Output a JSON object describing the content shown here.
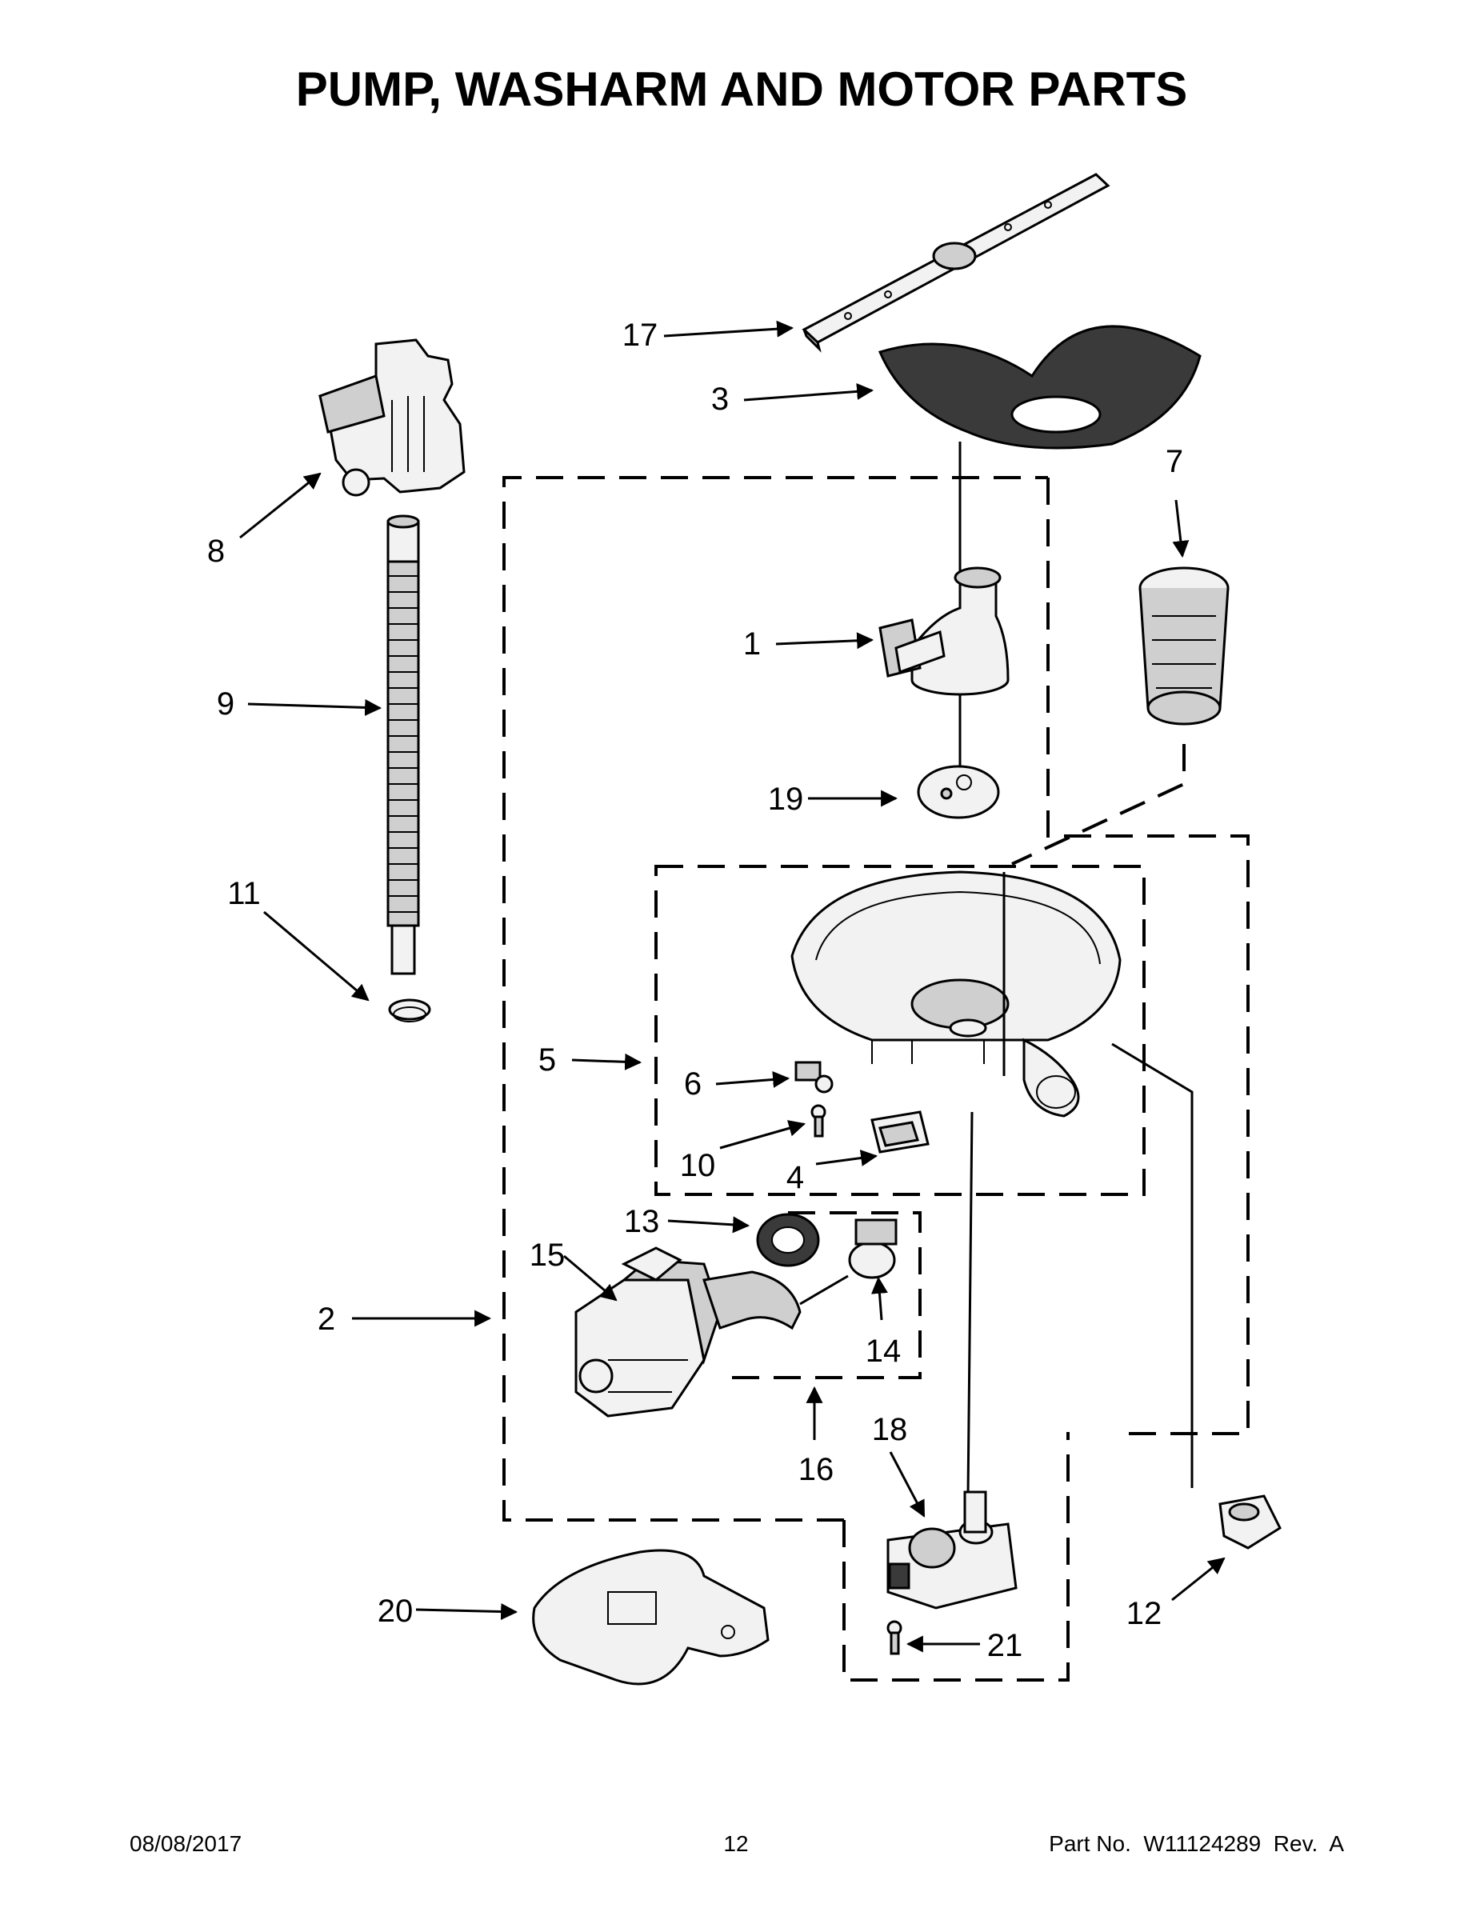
{
  "title": "PUMP, WASHARM AND MOTOR PARTS",
  "callouts": {
    "c1": "1",
    "c2": "2",
    "c3": "3",
    "c4": "4",
    "c5": "5",
    "c6": "6",
    "c7": "7",
    "c8": "8",
    "c9": "9",
    "c10": "10",
    "c11": "11",
    "c12": "12",
    "c13": "13",
    "c14": "14",
    "c15": "15",
    "c16": "16",
    "c17": "17",
    "c18": "18",
    "c19": "19",
    "c20": "20",
    "c21": "21"
  },
  "footer": {
    "date": "08/08/2017",
    "page": "12",
    "part_no": "Part No.  W11124289  Rev.  A"
  }
}
